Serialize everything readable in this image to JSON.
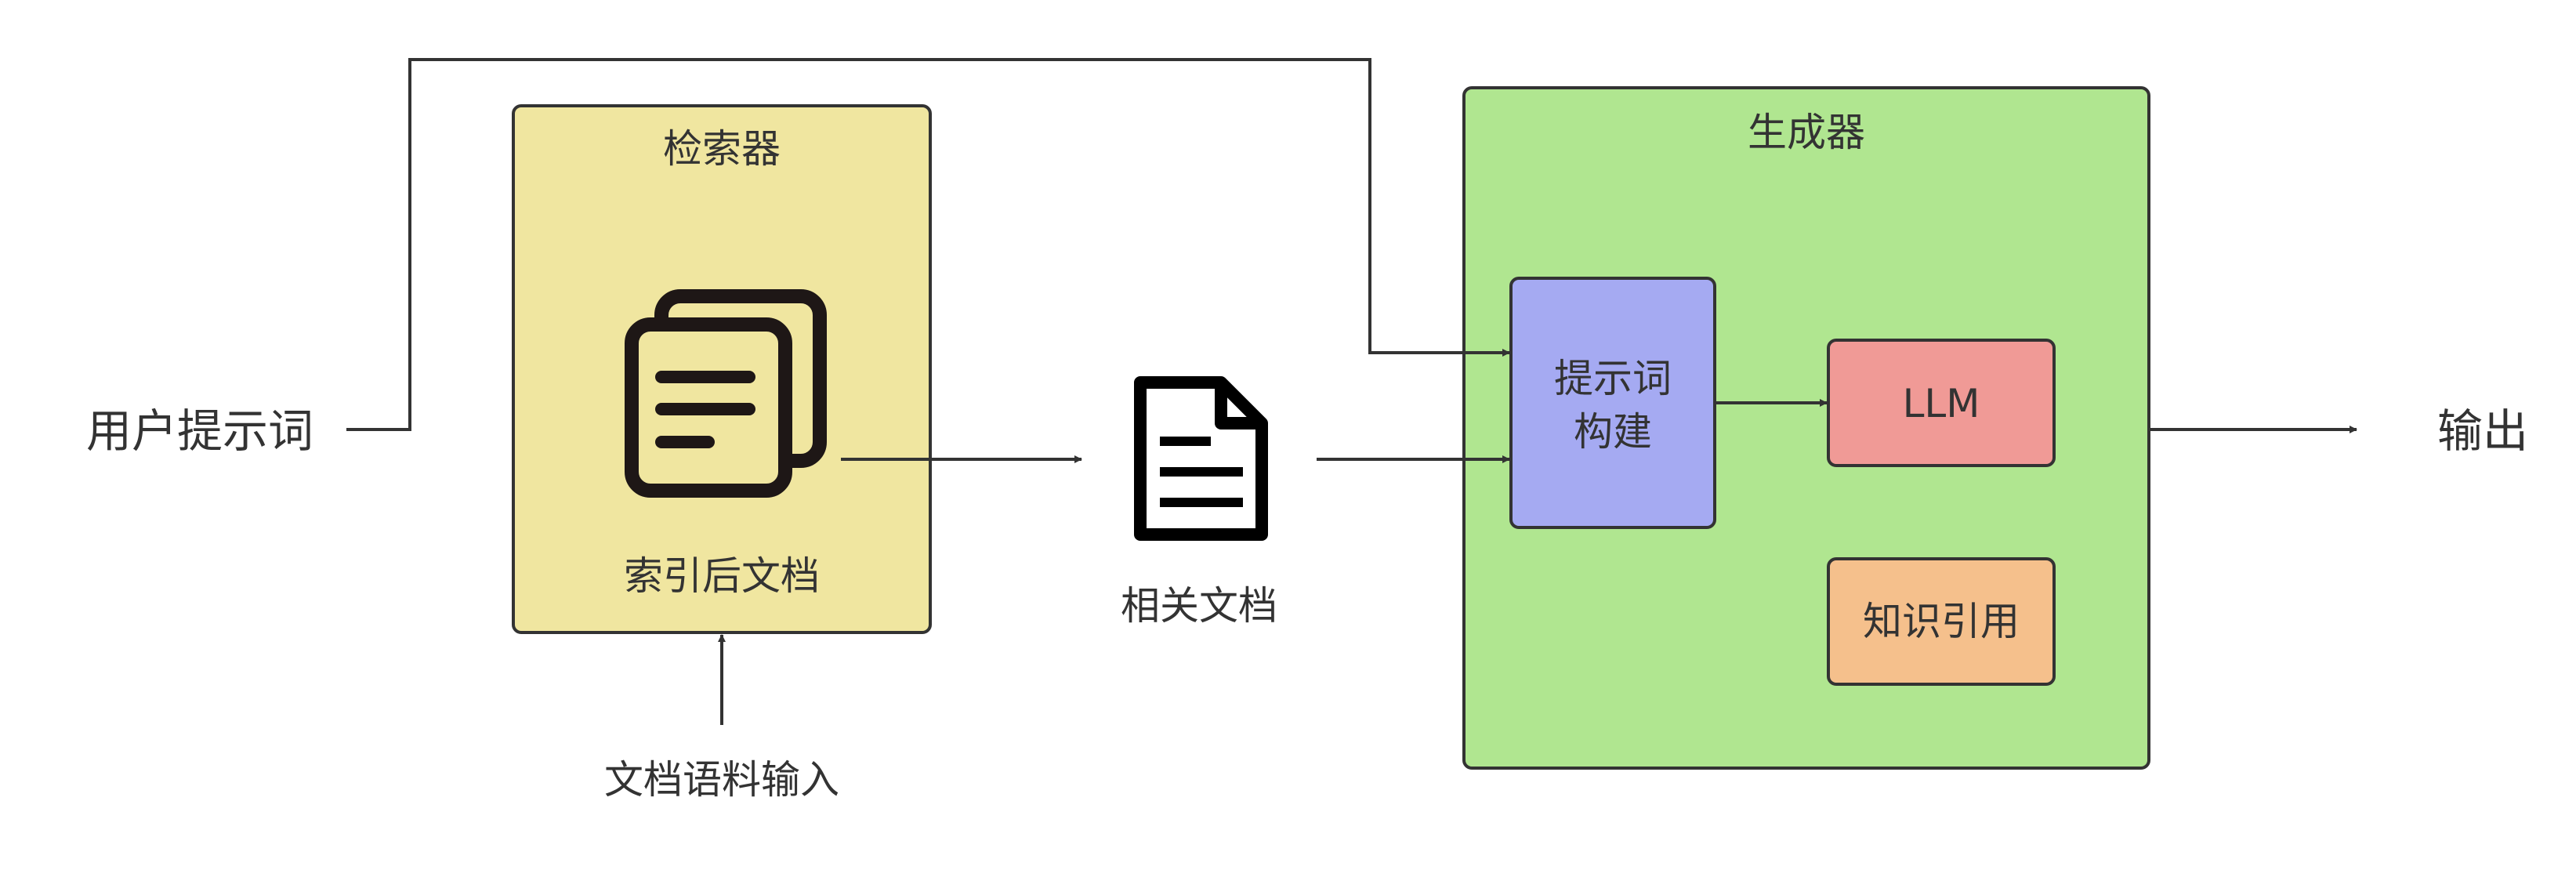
{
  "diagram": {
    "input_label": "用户提示词",
    "output_label": "输出",
    "corpus_label": "文档语料输入",
    "retriever": {
      "title": "检索器",
      "indexed_docs_label": "索引后文档"
    },
    "relevant_docs_label": "相关文档",
    "generator": {
      "title": "生成器",
      "prompt_build_line1": "提示词",
      "prompt_build_line2": "构建",
      "llm_label": "LLM",
      "citation_label": "知识引用"
    }
  },
  "colors": {
    "retriever_fill": "#f0e6a0",
    "generator_fill": "#b0e690",
    "prompt_fill": "#a5aaf2",
    "llm_fill": "#f09a96",
    "citation_fill": "#f5c08c",
    "stroke": "#333333"
  },
  "icons": {
    "indexed_docs": "stacked-documents-icon",
    "relevant_docs": "document-icon"
  }
}
